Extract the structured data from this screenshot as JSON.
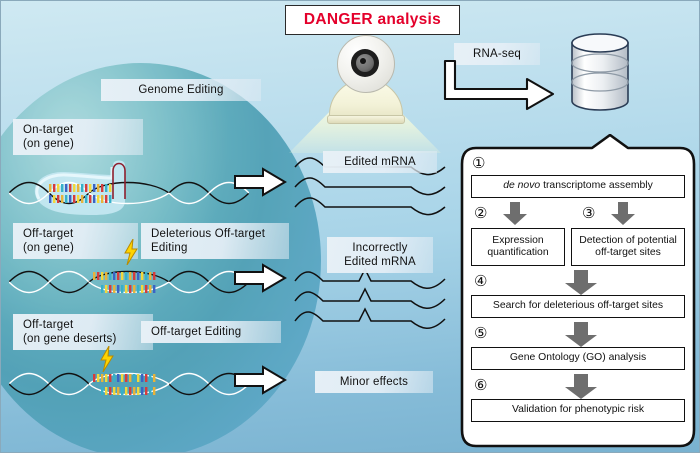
{
  "title": {
    "text": "DANGER analysis",
    "color": "#e4002b"
  },
  "icons": {
    "sequencer": "sequencer-camera-icon",
    "database": "database-cylinder-icon",
    "bolt": "lightning-bolt-icon"
  },
  "flow_labels": {
    "rna_seq": "RNA-seq",
    "genome_editing": "Genome Editing",
    "deleterious_off_target_editing": "Deleterious Off-target\nEditing",
    "off_target_editing": "Off-target Editing"
  },
  "left_column": {
    "rows": [
      {
        "label": "On-target\n(on gene)",
        "has_bolt": false
      },
      {
        "label": "Off-target\n(on gene)",
        "has_bolt": true
      },
      {
        "label": "Off-target\n(on gene deserts)",
        "has_bolt": true
      }
    ]
  },
  "middle_column": {
    "outcomes": [
      "Edited mRNA",
      "Incorrectly\nEdited mRNA",
      "Minor effects"
    ]
  },
  "workflow": {
    "steps": [
      {
        "number": "①",
        "label": "de novo transcriptome assembly",
        "italic_prefix": "de novo",
        "rest": " transcriptome assembly"
      },
      {
        "number": "②",
        "label": "Expression\nquantification"
      },
      {
        "number": "③",
        "label": "Detection of potential\noff-target sites"
      },
      {
        "number": "④",
        "label": "Search for deleterious off-target sites"
      },
      {
        "number": "⑤",
        "label": "Gene Ontology (GO) analysis"
      },
      {
        "number": "⑥",
        "label": "Validation for phenotypic risk"
      }
    ]
  },
  "colors": {
    "accent_red": "#e4002b",
    "panel_white": "#ffffff",
    "gray_arrow": "#6e6e6e",
    "teal": "#4e9fb4",
    "bg_top": "#cfe9f2",
    "bg_bottom": "#79b2d0",
    "bolt_yellow": "#ffd400"
  }
}
